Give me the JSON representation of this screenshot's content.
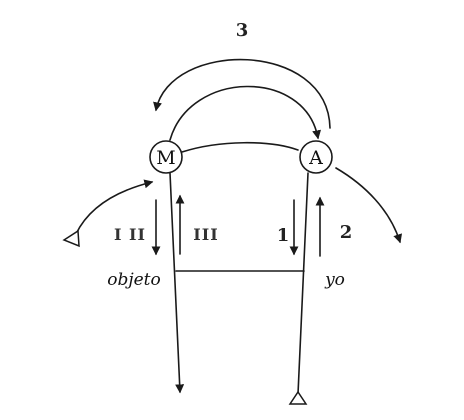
{
  "nodes": {
    "M": "M",
    "A": "A"
  },
  "labels": {
    "top_arc": "3",
    "left_outer": "I II",
    "left_inner": "III",
    "right_inner": "1",
    "right_outer": "2",
    "objeto": "objeto",
    "yo": "yo"
  }
}
